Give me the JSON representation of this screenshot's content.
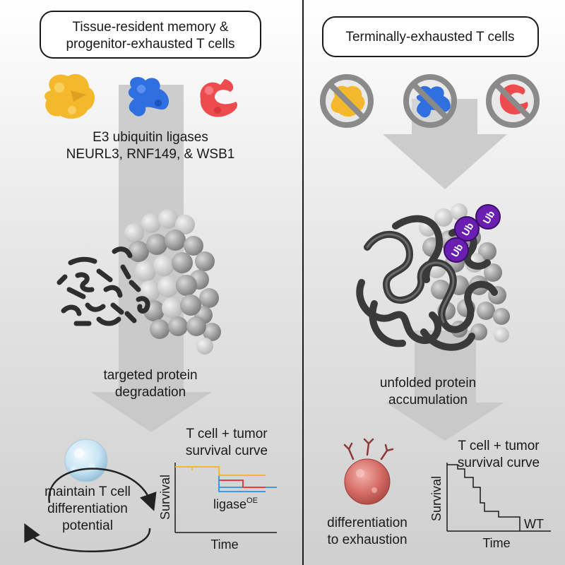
{
  "left_panel": {
    "title_line1": "Tissue-resident memory &",
    "title_line2": "progenitor-exhausted T cells",
    "ligases_line1": "E3 ubiquitin ligases",
    "ligases_line2": "NEURL3, RNF149, & WSB1",
    "process_line1": "targeted protein",
    "process_line2": "degradation",
    "outcome_line1": "maintain T cell",
    "outcome_line2": "differentiation",
    "outcome_line3": "potential",
    "curve_title_line1": "T cell + tumor",
    "curve_title_line2": "survival curve",
    "y_axis_label": "Survival",
    "x_axis_label": "Time",
    "curve_label": "ligase",
    "curve_label_sup": "OE"
  },
  "right_panel": {
    "title": "Terminally-exhausted T cells",
    "process_line1": "unfolded protein",
    "process_line2": "accumulation",
    "outcome_line1": "differentiation",
    "outcome_line2": "to exhaustion",
    "curve_title_line1": "T cell + tumor",
    "curve_title_line2": "survival curve",
    "y_axis_label": "Survival",
    "x_axis_label": "Time",
    "curve_label": "WT",
    "ub_label": "Ub"
  },
  "colors": {
    "ligase_1": "#f3b82c",
    "ligase_2": "#2f6fe0",
    "ligase_3": "#ee4b4f",
    "ubiquitin": "#6a1fb0",
    "arrow": "#c9c9c9",
    "curve_orange": "#f3b82c",
    "curve_red": "#e0423a",
    "curve_blue": "#3b9be8"
  }
}
